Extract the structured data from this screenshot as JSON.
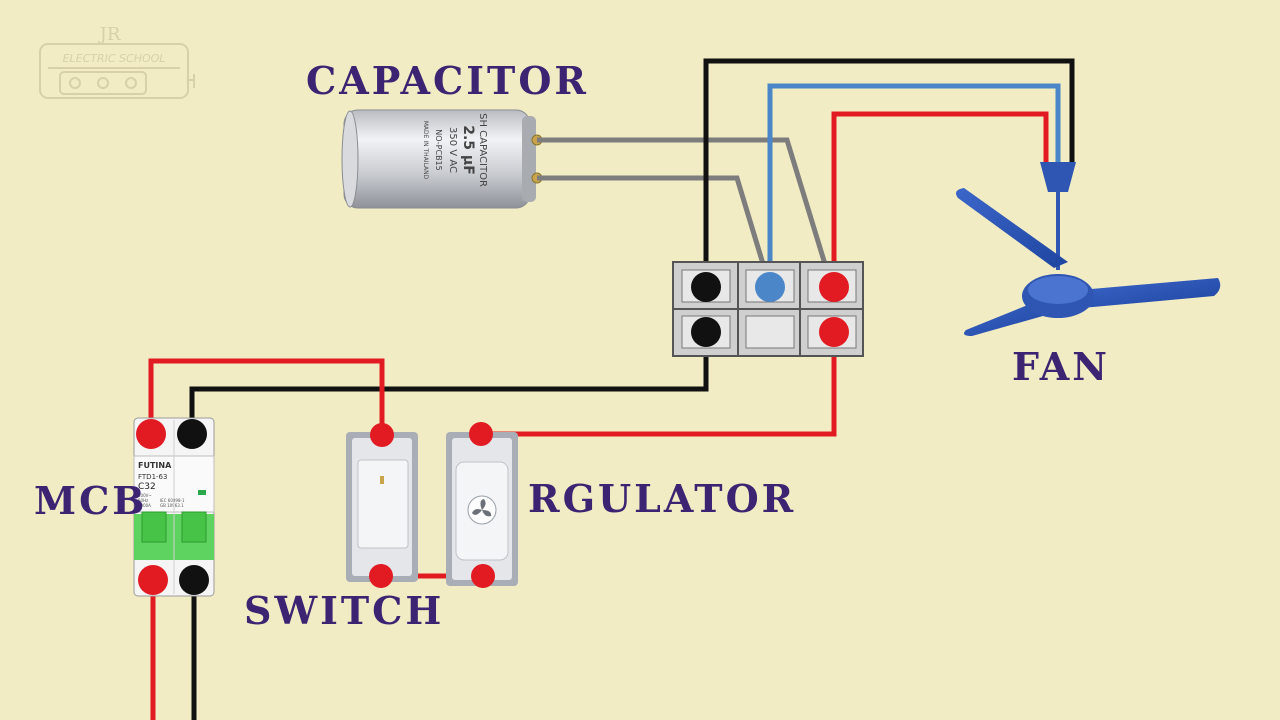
{
  "watermark": {
    "monogram": "JR",
    "name": "ELECTRIC SCHOOL"
  },
  "labels": {
    "capacitor": "CAPACITOR",
    "fan": "FAN",
    "mcb": "MCB",
    "switch": "SWITCH",
    "regulator": "RGULATOR"
  },
  "capacitor_print": {
    "brand": "SH CAPACITOR",
    "capacitance": "2.5 µF",
    "voltage": "350 V AC",
    "code": "NO-PCB15",
    "origin": "MADE IN THAILAND"
  },
  "mcb_print": {
    "brand": "FUTINA",
    "model": "FTD1-63",
    "rating": "C32",
    "spec_lines": [
      "400V~",
      "50Hz",
      "6000A",
      "IEC 60898-1",
      "GB 10963.1"
    ]
  },
  "colors": {
    "background": "#f1ecc3",
    "label": "#3d2473",
    "wire_live": "#e21b23",
    "wire_neutral": "#111111",
    "wire_fan": "#4a86c8",
    "wire_capacitor": "#7d7d7d",
    "fan_body": "#2f56b3"
  }
}
